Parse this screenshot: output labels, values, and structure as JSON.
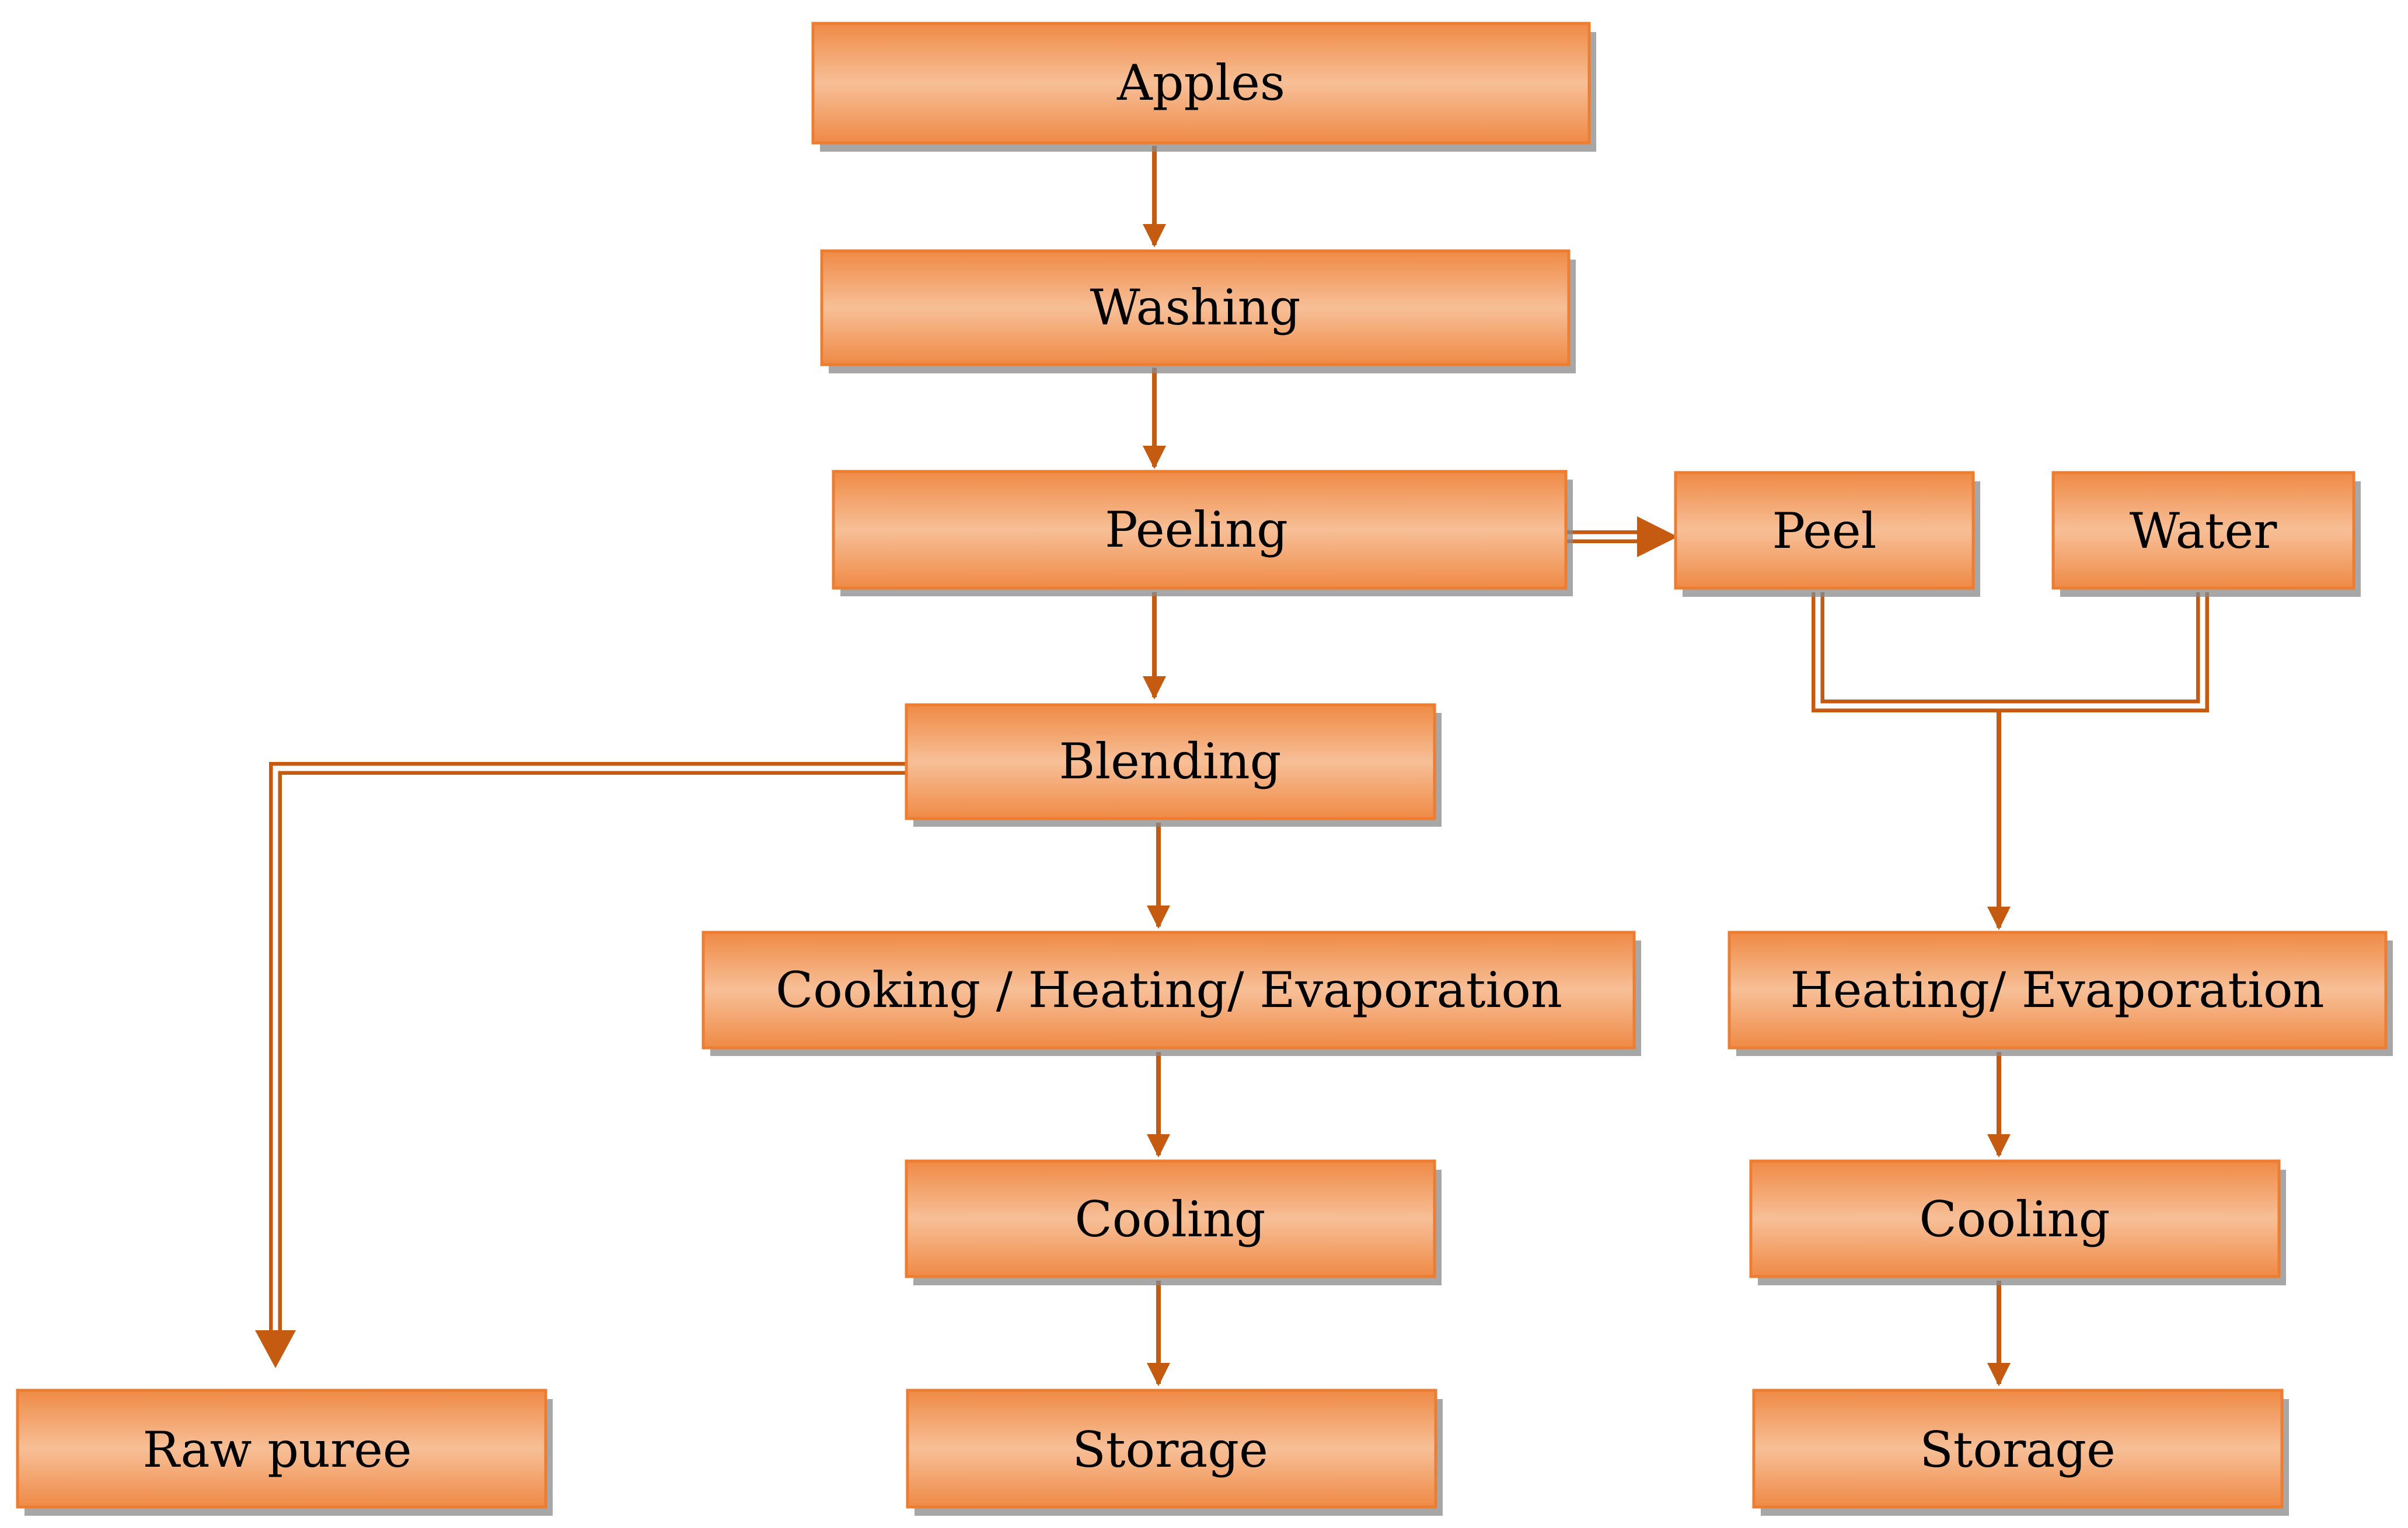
{
  "diagram": {
    "colors": {
      "box_fill_edge": "#ef8a46",
      "box_fill_center": "#f7bf97",
      "box_border": "#ed7d31",
      "connector": "#c55a11",
      "text": "#000000"
    },
    "nodes": {
      "apples": "Apples",
      "washing": "Washing",
      "peeling": "Peeling",
      "peel": "Peel",
      "water": "Water",
      "blending": "Blending",
      "cooking": "Cooking / Heating/ Evaporation",
      "heating": "Heating/ Evaporation",
      "cooling_left": "Cooling",
      "cooling_right": "Cooling",
      "raw_puree": "Raw puree",
      "storage_left": "Storage",
      "storage_right": "Storage"
    },
    "edges": [
      {
        "from": "apples",
        "to": "washing"
      },
      {
        "from": "washing",
        "to": "peeling"
      },
      {
        "from": "peeling",
        "to": "peel"
      },
      {
        "from": "peeling",
        "to": "blending"
      },
      {
        "from": "peel",
        "to": "heating"
      },
      {
        "from": "water",
        "to": "heating"
      },
      {
        "from": "blending",
        "to": "raw_puree"
      },
      {
        "from": "blending",
        "to": "cooking"
      },
      {
        "from": "cooking",
        "to": "cooling_left"
      },
      {
        "from": "cooling_left",
        "to": "storage_left"
      },
      {
        "from": "heating",
        "to": "cooling_right"
      },
      {
        "from": "cooling_right",
        "to": "storage_right"
      }
    ]
  }
}
